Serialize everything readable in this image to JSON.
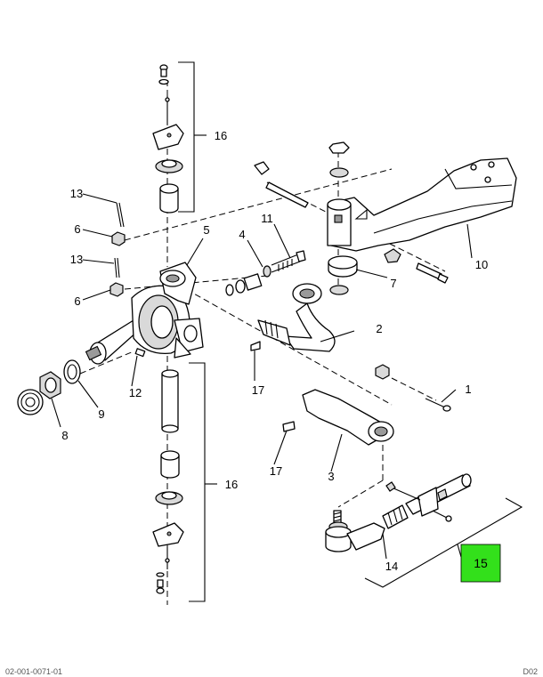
{
  "callouts": {
    "c1": "1",
    "c2": "2",
    "c3": "3",
    "c4": "4",
    "c5": "5",
    "c6a": "6",
    "c6b": "6",
    "c7": "7",
    "c8": "8",
    "c9": "9",
    "c10": "10",
    "c11": "11",
    "c12": "12",
    "c13a": "13",
    "c13b": "13",
    "c14": "14",
    "c15": "15",
    "c16a": "16",
    "c16b": "16",
    "c17a": "17",
    "c17b": "17"
  },
  "highlight_color": "#33e01b",
  "footer": {
    "left": "02-001-0071-01",
    "right": "D02"
  }
}
